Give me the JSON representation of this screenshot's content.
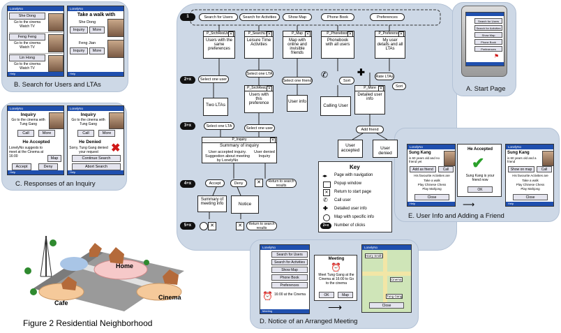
{
  "figure_caption": "Figure 2 Residential Neighborhood",
  "panels": {
    "a": {
      "caption": "A. Start Page",
      "buttons": [
        "Search for Users",
        "Search for Activities",
        "Show Map",
        "Phone Book",
        "Preferences"
      ]
    },
    "b": {
      "caption": "B. Search for Users and LTAs",
      "users": [
        {
          "name": "She Dong",
          "desc": "Go to the cinema Watch TV"
        },
        {
          "name": "Feng Feng",
          "desc": "Go to the cinema Watch TV"
        },
        {
          "name": "Lin Hong",
          "desc": "Go to the cinema Watch TV"
        }
      ],
      "lta_title": "Take a walk with",
      "lta_rows": [
        {
          "name": "She Dong"
        },
        {
          "name": "Feng Jian"
        }
      ],
      "inquiry": "Inquiry",
      "more": "More"
    },
    "c": {
      "caption": "C. Responses of an Inquiry",
      "app": "LonelyNo",
      "inquiry": "Inquiry",
      "msg": "Go to the cinema with Tung Gang",
      "call": "Call",
      "more": "More",
      "accepted": "He Accepted",
      "accepted_text": "LonelyNo suggests to meet at the Cinema at 16:00",
      "map": "Map",
      "accept": "Accept",
      "deny": "Deny",
      "denied": "He Denied",
      "denied_text": "Sorry, Tung Gang denied your request",
      "continue": "Continue Search",
      "abort": "Abort Search"
    },
    "d": {
      "caption": "D. Notice of an Arranged Meeting",
      "menu": [
        "Search for Users",
        "Search for Activities",
        "Show Map",
        "Phone Book",
        "Preferences"
      ],
      "reminder": "16:00 at the Cinema",
      "meeting_title": "Meeting",
      "meeting_text": "Meet Tung Gang at the Cinema at 16:00 to Go to the cinema",
      "ok": "OK",
      "map": "Map",
      "close": "Close",
      "map_labels": [
        "Harry Smith",
        "Cinema",
        "Tung Gang"
      ]
    },
    "e": {
      "caption": "E. User Info and Adding a Friend",
      "name": "Sung Kang",
      "info": "is 60 years old and no friend yet",
      "info2": "is 60 years old and a friend",
      "add": "Add as friend",
      "call": "Call",
      "show_map": "Show on map",
      "fav": "His favourite Activities are",
      "acts": [
        "Take a walk",
        "Play Chinese Chess",
        "Play Mahjong"
      ],
      "close": "Close",
      "accepted": "He Accepted",
      "accepted_text": "Sung Kang is your friend now",
      "ok": "OK"
    }
  },
  "flow": {
    "top_buttons": [
      "Search for Users",
      "Search for Activities",
      "Show Map",
      "Phone Book",
      "Preferences"
    ],
    "screens": {
      "users": {
        "title": "P_SrchResUser",
        "body": "Users with the same preferences"
      },
      "lta": {
        "title": "P_SearchLTA",
        "body": "Leisure Time Activities"
      },
      "map": {
        "title": "P_Map",
        "body": "Map with online and invisible friends"
      },
      "phone": {
        "title": "P_Phonebook",
        "body": "Phonebook with all users"
      },
      "pref": {
        "title": "P_Preferences",
        "body": "My user details and all LTAs"
      },
      "ltausers": {
        "title": "P_SrchResLTA",
        "body": "Users with this preference"
      },
      "more": {
        "title": "P_More",
        "body": "Detailed user info"
      },
      "inquiry": {
        "title": "P_Inquiry",
        "heading": "Summary of inquiry",
        "left": "User accepted inquiry. Suggestion about meeting by LonelyNo",
        "right": "User denied Inquiry"
      }
    },
    "ovals": {
      "select_user": "Select one user",
      "select_lta": "Select one LTA",
      "select_friend": "Select one friend",
      "sort": "Sort",
      "sort2": "Sort",
      "rate": "Rate LTAs",
      "add_friend": "Add friend",
      "select_lta2": "Select one LTA",
      "select_user2": "Select one user",
      "accept": "Accept",
      "deny": "Deny",
      "return1": "Return to search results",
      "return2": "Return to search results"
    },
    "notes": {
      "two_ltas": "Two LTAs",
      "user_info": "User info",
      "calling": "Calling User",
      "user_accepted": "User accepted",
      "user_denied": "User denied",
      "summary": "Summary of meeting info",
      "notice": "Notice"
    },
    "badges": [
      "1",
      "2+x",
      "3+x",
      "4+x",
      "5+x"
    ]
  },
  "key": {
    "title": "Key",
    "items": [
      "Page with navigation",
      "Popup window",
      "Return to start page",
      "Call user",
      "Detailed user info",
      "Map with specific info",
      "Number of clicks"
    ],
    "badge": "2+x"
  },
  "map": {
    "labels": [
      "Home",
      "Cafe",
      "Cinema"
    ]
  }
}
